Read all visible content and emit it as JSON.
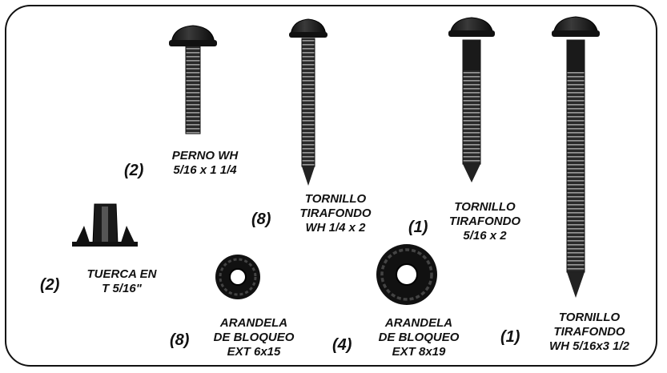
{
  "parts": [
    {
      "id": "perno",
      "qty": "(2)",
      "lines": [
        "PERNO WH",
        "5/16 x 1 1/4"
      ]
    },
    {
      "id": "tornillo-14x2",
      "qty": "(8)",
      "lines": [
        "TORNILLO",
        "TIRAFONDO",
        "WH 1/4 x 2"
      ]
    },
    {
      "id": "tornillo-516x2",
      "qty": "(1)",
      "lines": [
        "TORNILLO",
        "TIRAFONDO",
        "5/16 x 2"
      ]
    },
    {
      "id": "tornillo-516x312",
      "qty": "(1)",
      "lines": [
        "TORNILLO",
        "TIRAFONDO",
        "WH 5/16x3 1/2"
      ]
    },
    {
      "id": "tuerca",
      "qty": "(2)",
      "lines": [
        "TUERCA EN",
        "T 5/16\""
      ]
    },
    {
      "id": "arandela-6x15",
      "qty": "(8)",
      "lines": [
        "ARANDELA",
        "DE BLOQUEO",
        "EXT 6x15"
      ]
    },
    {
      "id": "arandela-8x19",
      "qty": "(4)",
      "lines": [
        "ARANDELA",
        "DE BLOQUEO",
        "EXT 8x19"
      ]
    }
  ]
}
